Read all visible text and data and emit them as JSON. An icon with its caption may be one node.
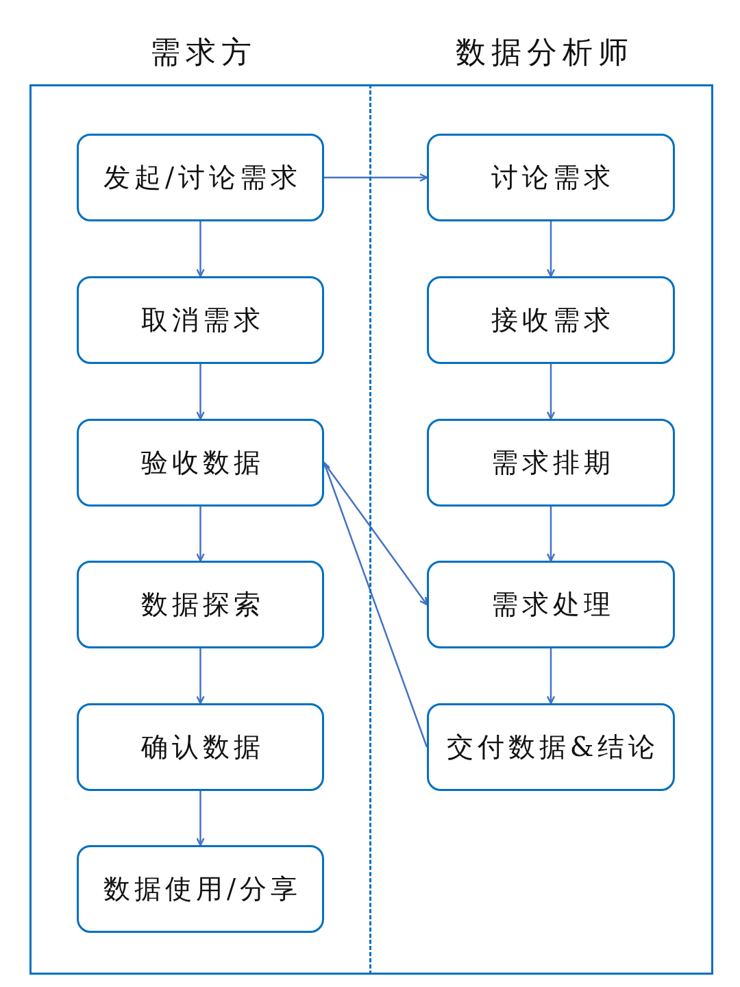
{
  "diagram": {
    "nodes": [
      {
        "text": [
          "需求方"
        ]
      },
      {
        "text": [
          "发起/讨论需求"
        ],
        "in": 0
      },
      {
        "text": [
          "取消需求"
        ],
        "in": 0
      },
      {
        "text": [
          "验收数据"
        ],
        "in": 0
      },
      {
        "text": [
          "数据探索"
        ],
        "in": 0
      },
      {
        "text": [
          "确认数据"
        ],
        "in": 0
      },
      {
        "text": [
          "数据使用/分享"
        ],
        "in": 0
      },
      {
        "text": [
          "数据分析师"
        ]
      },
      {
        "text": [
          "讨论需求"
        ],
        "in": 7
      },
      {
        "text": [
          "接收需求"
        ],
        "in": 7
      },
      {
        "text": [
          "需求排期"
        ],
        "in": 7
      },
      {
        "text": [
          "需求处理"
        ],
        "in": 7
      },
      {
        "text": [
          "交付数据&结论"
        ],
        "in": 7
      }
    ],
    "edges": [
      {
        "from": 1,
        "to": 8,
        "arrow": "to"
      },
      {
        "from": 1,
        "to": 2,
        "arrow": "to"
      },
      {
        "from": 2,
        "to": 3,
        "arrow": "to"
      },
      {
        "from": 3,
        "to": 4,
        "arrow": "to"
      },
      {
        "from": 4,
        "to": 5,
        "arrow": "to"
      },
      {
        "from": 5,
        "to": 6,
        "arrow": "to"
      },
      {
        "from": 8,
        "to": 9,
        "arrow": "to"
      },
      {
        "from": 9,
        "to": 10,
        "arrow": "to"
      },
      {
        "from": 10,
        "to": 11,
        "arrow": "to"
      },
      {
        "from": 11,
        "to": 12,
        "arrow": "to"
      },
      {
        "from": 3,
        "to": 11,
        "arrow": "to"
      },
      {
        "from": 12,
        "to": 3,
        "arrow": "to"
      }
    ]
  }
}
